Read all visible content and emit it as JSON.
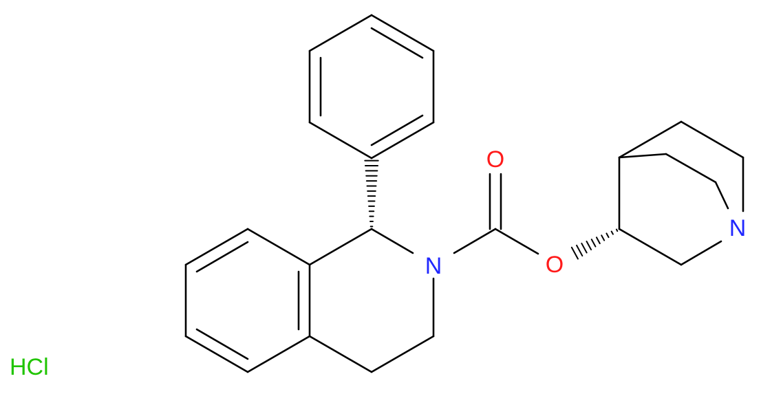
{
  "atoms": {
    "n_ring": {
      "text": "N"
    },
    "o_carbonyl": {
      "text": "O"
    },
    "o_ester": {
      "text": "O"
    },
    "n_bridge": {
      "text": "N"
    }
  },
  "salt": {
    "text": "HCl"
  },
  "colors": {
    "bond": "#000000",
    "nitrogen": "#2027ff",
    "oxygen": "#ff1a1a",
    "chlorine_salt": "#20c400"
  }
}
